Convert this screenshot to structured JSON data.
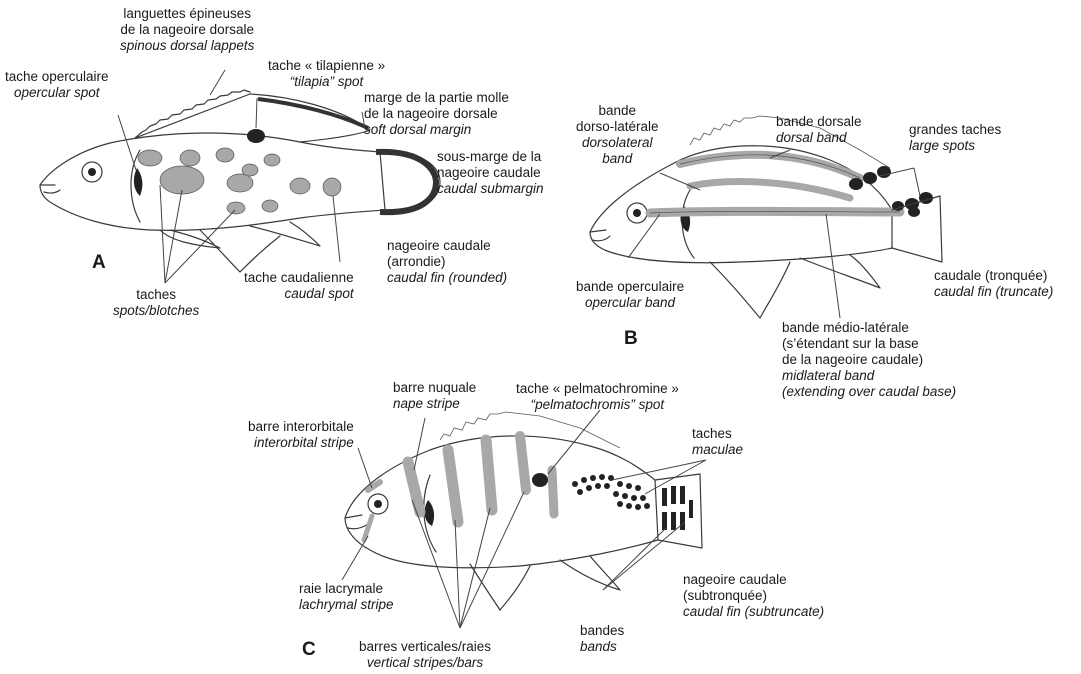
{
  "panels": {
    "a": "A",
    "b": "B",
    "c": "C"
  },
  "labels": {
    "spinous_lappets": {
      "fr": [
        "languettes épineuses",
        "de la nageoire dorsale"
      ],
      "en": "spinous dorsal lappets"
    },
    "opercular_spot": {
      "fr": "tache operculaire",
      "en": "opercular spot"
    },
    "tilapia_spot": {
      "fr": "tache « tilapienne »",
      "en": "“tilapia” spot"
    },
    "soft_dorsal_margin": {
      "fr": [
        "marge de la partie molle",
        "de la nageoire dorsale"
      ],
      "en": "soft dorsal margin"
    },
    "caudal_submargin": {
      "fr": [
        "sous-marge de la",
        "nageoire caudale"
      ],
      "en": "caudal submargin"
    },
    "caudal_fin_rounded": {
      "fr": [
        "nageoire caudale",
        "(arrondie)"
      ],
      "en": "caudal fin (rounded)"
    },
    "caudal_spot": {
      "fr": "tache caudalienne",
      "en": "caudal spot"
    },
    "spots_blotches": {
      "fr": "taches",
      "en": "spots/blotches"
    },
    "dorsolateral_band": {
      "fr": [
        "bande",
        "dorso-latérale"
      ],
      "en": [
        "dorsolateral",
        "band"
      ]
    },
    "dorsal_band": {
      "fr": "bande dorsale",
      "en": "dorsal band"
    },
    "large_spots": {
      "fr": "grandes taches",
      "en": "large spots"
    },
    "opercular_band": {
      "fr": "bande operculaire",
      "en": "opercular band"
    },
    "caudal_fin_truncate": {
      "fr": "caudale (tronquée)",
      "en": "caudal fin (truncate)"
    },
    "midlateral_band": {
      "fr": [
        "bande médio-latérale",
        "(s’étendant sur la base",
        "de la nageoire caudale)"
      ],
      "en": [
        "midlateral band",
        "(extending over caudal base)"
      ]
    },
    "nape_stripe": {
      "fr": "barre nuquale",
      "en": "nape stripe"
    },
    "pelmatochromis_spot": {
      "fr": "tache « pelmatochromine »",
      "en": "“pelmatochromis” spot"
    },
    "interorbital_stripe": {
      "fr": "barre interorbitale",
      "en": "interorbital stripe"
    },
    "maculae": {
      "fr": "taches",
      "en": "maculae"
    },
    "caudal_fin_subtruncate": {
      "fr": [
        "nageoire caudale",
        "(subtronquée)"
      ],
      "en": "caudal fin (subtruncate)"
    },
    "lachrymal_stripe": {
      "fr": "raie lacrymale",
      "en": "lachrymal stripe"
    },
    "bands": {
      "fr": "bandes",
      "en": "bands"
    },
    "vertical_stripes": {
      "fr": "barres verticales/raies",
      "en": "vertical stripes/bars"
    }
  },
  "colors": {
    "outline": "#3a3a3a",
    "pattern": "#a8a8a8",
    "dark": "#222222",
    "text": "#1a1a1a"
  }
}
